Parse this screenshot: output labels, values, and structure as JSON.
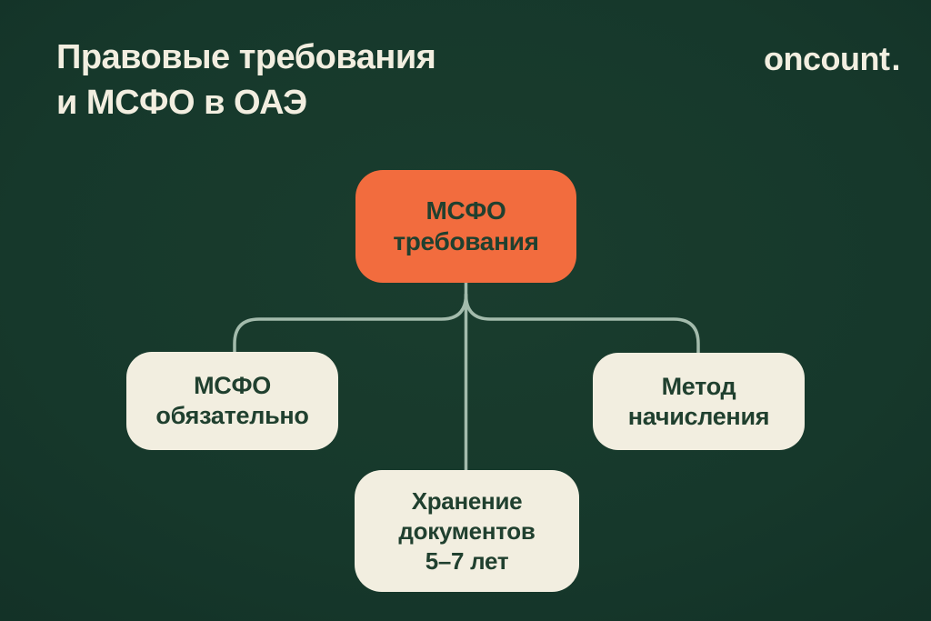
{
  "header": {
    "title_line1": "Правовые требования",
    "title_line2": "и МСФО в ОАЭ",
    "logo_text": "oncount",
    "logo_dot": "."
  },
  "colors": {
    "background": "#16382B",
    "background_light": "#1A3D2E",
    "background_dark": "#122F25",
    "accent_orange": "#F26C3E",
    "card_cream": "#F2EEE0",
    "connector": "#A3BBAC",
    "text_light": "#F2EEE0",
    "text_dark": "#20402F"
  },
  "diagram": {
    "root": {
      "lines": [
        "МСФО",
        "требования"
      ]
    },
    "children": [
      {
        "lines": [
          "МСФО",
          "обязательно"
        ]
      },
      {
        "lines": [
          "Хранение",
          "документов",
          "5–7 лет"
        ]
      },
      {
        "lines": [
          "Метод",
          "начисления"
        ]
      }
    ]
  }
}
